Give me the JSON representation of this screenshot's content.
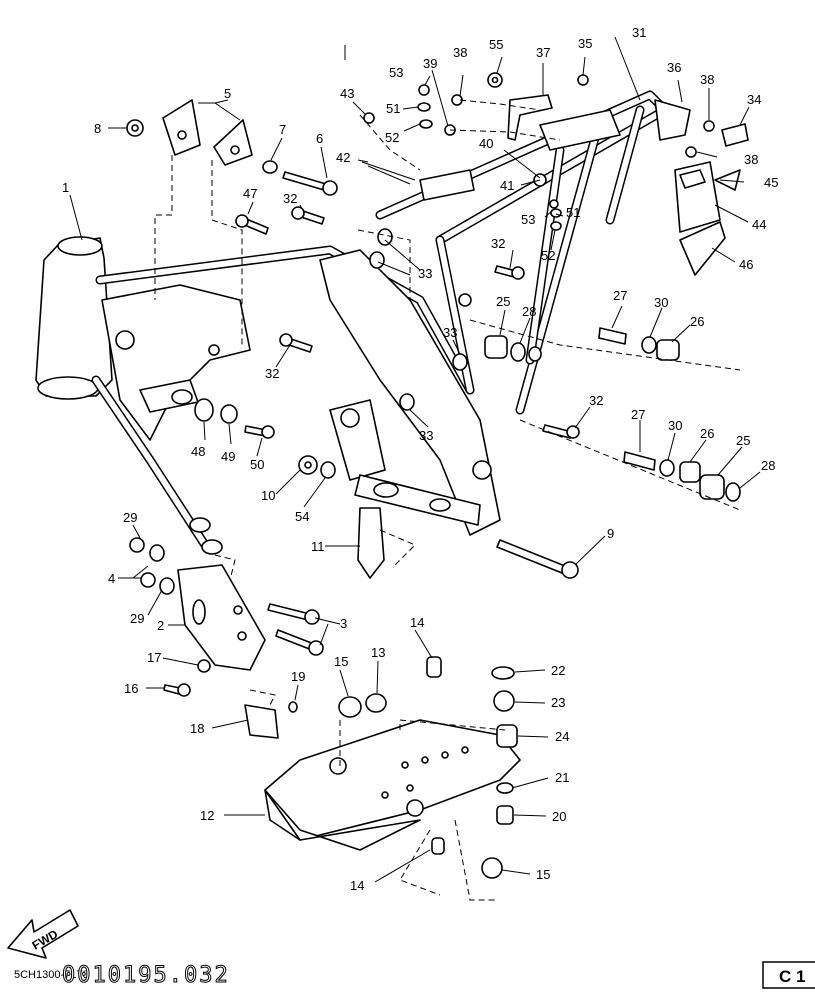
{
  "diagram": {
    "callouts": [
      {
        "id": "1",
        "text": "1"
      },
      {
        "id": "2",
        "text": "2"
      },
      {
        "id": "3",
        "text": "3"
      },
      {
        "id": "4",
        "text": "4"
      },
      {
        "id": "5",
        "text": "5"
      },
      {
        "id": "6",
        "text": "6"
      },
      {
        "id": "7",
        "text": "7"
      },
      {
        "id": "8",
        "text": "8"
      },
      {
        "id": "9",
        "text": "9"
      },
      {
        "id": "10",
        "text": "10"
      },
      {
        "id": "11",
        "text": "11"
      },
      {
        "id": "12",
        "text": "12"
      },
      {
        "id": "13",
        "text": "13"
      },
      {
        "id": "14a",
        "text": "14"
      },
      {
        "id": "14b",
        "text": "14"
      },
      {
        "id": "15a",
        "text": "15"
      },
      {
        "id": "15b",
        "text": "15"
      },
      {
        "id": "16",
        "text": "16"
      },
      {
        "id": "17",
        "text": "17"
      },
      {
        "id": "18",
        "text": "18"
      },
      {
        "id": "19",
        "text": "19"
      },
      {
        "id": "20",
        "text": "20"
      },
      {
        "id": "21",
        "text": "21"
      },
      {
        "id": "22",
        "text": "22"
      },
      {
        "id": "23",
        "text": "23"
      },
      {
        "id": "24",
        "text": "24"
      },
      {
        "id": "25a",
        "text": "25"
      },
      {
        "id": "25b",
        "text": "25"
      },
      {
        "id": "26a",
        "text": "26"
      },
      {
        "id": "26b",
        "text": "26"
      },
      {
        "id": "27a",
        "text": "27"
      },
      {
        "id": "27b",
        "text": "27"
      },
      {
        "id": "28a",
        "text": "28"
      },
      {
        "id": "28b",
        "text": "28"
      },
      {
        "id": "29a",
        "text": "29"
      },
      {
        "id": "29b",
        "text": "29"
      },
      {
        "id": "30a",
        "text": "30"
      },
      {
        "id": "30b",
        "text": "30"
      },
      {
        "id": "31",
        "text": "31"
      },
      {
        "id": "32a",
        "text": "32"
      },
      {
        "id": "32b",
        "text": "32"
      },
      {
        "id": "32c",
        "text": "32"
      },
      {
        "id": "32d",
        "text": "32"
      },
      {
        "id": "33a",
        "text": "33"
      },
      {
        "id": "33b",
        "text": "33"
      },
      {
        "id": "33c",
        "text": "33"
      },
      {
        "id": "34",
        "text": "34"
      },
      {
        "id": "35",
        "text": "35"
      },
      {
        "id": "36",
        "text": "36"
      },
      {
        "id": "37",
        "text": "37"
      },
      {
        "id": "38a",
        "text": "38"
      },
      {
        "id": "38b",
        "text": "38"
      },
      {
        "id": "38c",
        "text": "38"
      },
      {
        "id": "39",
        "text": "39"
      },
      {
        "id": "40",
        "text": "40"
      },
      {
        "id": "41",
        "text": "41"
      },
      {
        "id": "42",
        "text": "42"
      },
      {
        "id": "43",
        "text": "43"
      },
      {
        "id": "44",
        "text": "44"
      },
      {
        "id": "45",
        "text": "45"
      },
      {
        "id": "46",
        "text": "46"
      },
      {
        "id": "47",
        "text": "47"
      },
      {
        "id": "48",
        "text": "48"
      },
      {
        "id": "49",
        "text": "49"
      },
      {
        "id": "50",
        "text": "50"
      },
      {
        "id": "51a",
        "text": "51"
      },
      {
        "id": "51b",
        "text": "51"
      },
      {
        "id": "52a",
        "text": "52"
      },
      {
        "id": "52b",
        "text": "52"
      },
      {
        "id": "53a",
        "text": "53"
      },
      {
        "id": "53b",
        "text": "53"
      },
      {
        "id": "54",
        "text": "54"
      },
      {
        "id": "55",
        "text": "55"
      }
    ],
    "fwd_label": "FWD"
  },
  "footer": {
    "code": "5CH1300-7170",
    "stamp": "0010195.032",
    "page_tab": "C 1"
  }
}
